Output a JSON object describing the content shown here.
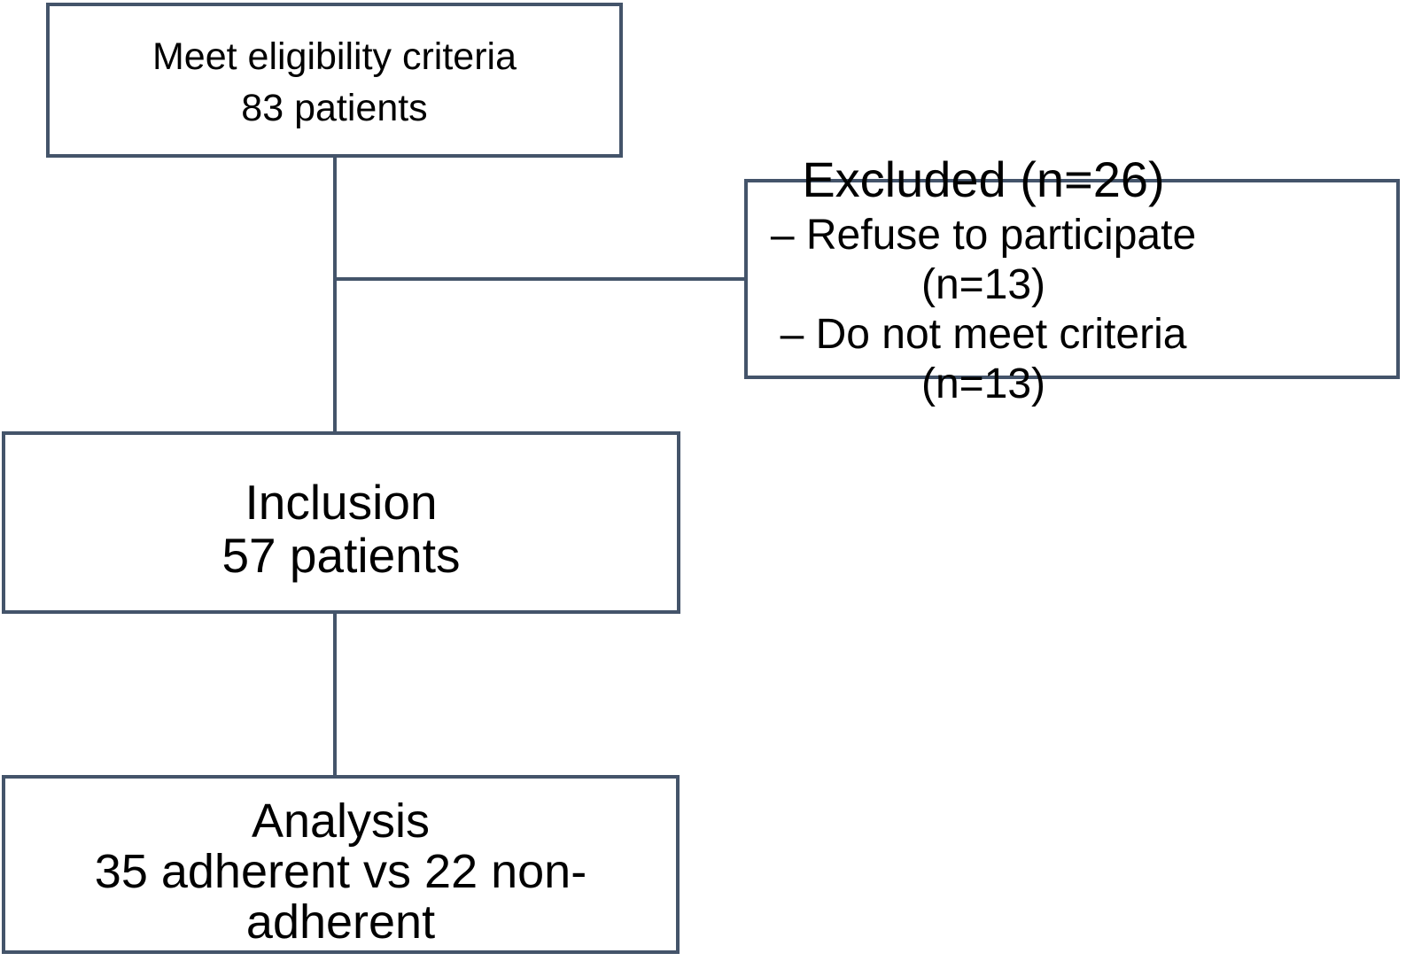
{
  "figure": {
    "type": "patient-flow-diagram",
    "colors": {
      "box_border": "#44546a",
      "connector": "#44546a",
      "text": "#000000",
      "background": "#ffffff"
    },
    "nodes": {
      "eligibility": {
        "lines": [
          "Meet eligibility criteria",
          "83 patients"
        ]
      },
      "excluded": {
        "title": "Excluded (n=26)",
        "items": [
          "– Refuse to participate (n=13)",
          "– Do not meet criteria (n=13)"
        ]
      },
      "inclusion": {
        "lines": [
          "Inclusion",
          "57 patients"
        ]
      },
      "analysis": {
        "lines": [
          "Analysis",
          "35 adherent vs 22 non-adherent"
        ]
      }
    }
  }
}
